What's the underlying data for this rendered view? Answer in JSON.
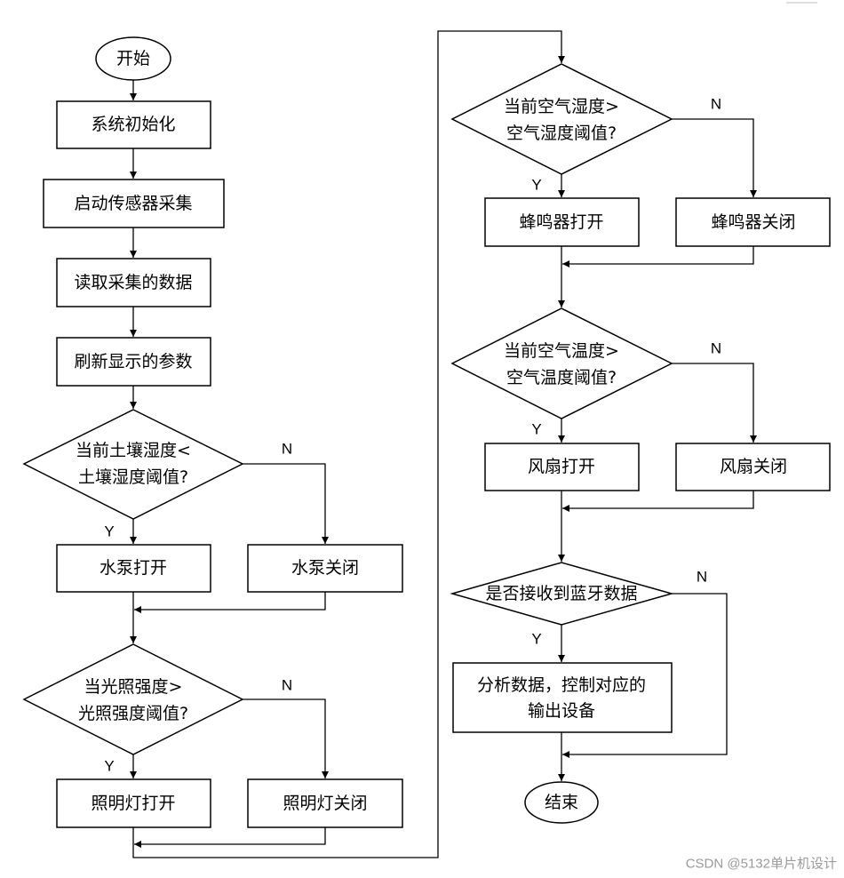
{
  "nodes": {
    "start": "开始",
    "init": "系统初始化",
    "sensor": "启动传感器采集",
    "read": "读取采集的数据",
    "refresh": "刷新显示的参数",
    "d_soil_1": "当前土壤湿度<",
    "d_soil_2": "土壤湿度阈值?",
    "pump_on": "水泵打开",
    "pump_off": "水泵关闭",
    "d_light_1": "当光照强度>",
    "d_light_2": "光照强度阈值?",
    "lamp_on": "照明灯打开",
    "lamp_off": "照明灯关闭",
    "d_hum_1": "当前空气湿度>",
    "d_hum_2": "空气湿度阈值?",
    "buzzer_on": "蜂鸣器打开",
    "buzzer_off": "蜂鸣器关闭",
    "d_temp_1": "当前空气温度>",
    "d_temp_2": "空气温度阈值?",
    "fan_on": "风扇打开",
    "fan_off": "风扇关闭",
    "d_bt": "是否接收到蓝牙数据",
    "analyze_1": "分析数据，控制对应的",
    "analyze_2": "输出设备",
    "end": "结束"
  },
  "branch_labels": {
    "yes": "Y",
    "no": "N"
  },
  "watermark": "CSDN @5132单片机设计"
}
